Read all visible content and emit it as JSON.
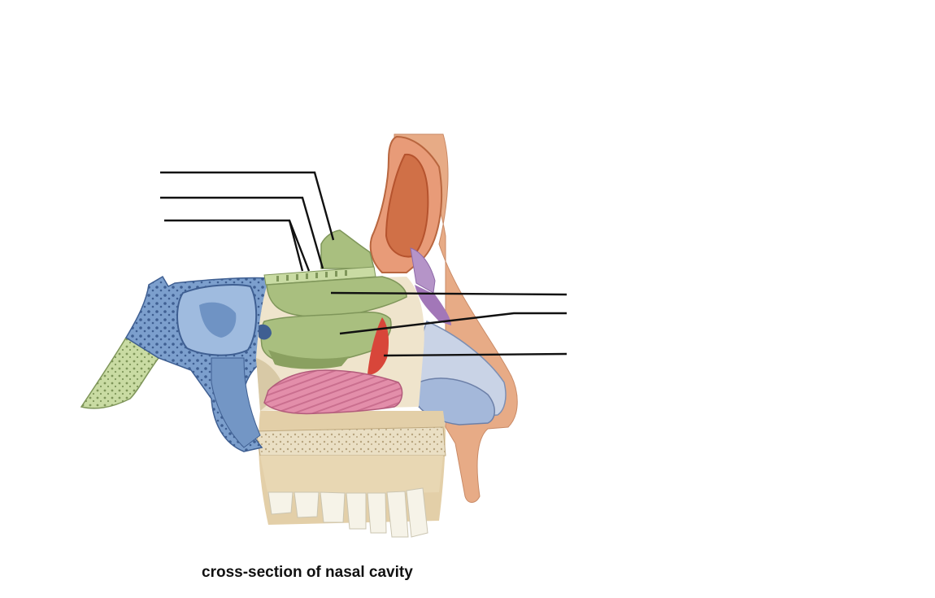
{
  "caption": "cross-section of nasal cavity",
  "colors": {
    "ethmoid_green": "#a9bf7f",
    "ethmoid_dark": "#8aa060",
    "sphenoid_blue": "#7396c5",
    "sinus_blue_light": "#9fbbdf",
    "frontal_orange": "#e89b78",
    "nasal_skin": "#e7ab86",
    "nasal_bone_salmon": "#f0b893",
    "septal_cartilage": "#c9d3e6",
    "lateral_cartilage": "#a4b8da",
    "inferior_concha_pink": "#e38eaa",
    "palate_cream": "#eadfc4",
    "maxilla_tan": "#e3cfa8",
    "teeth": "#f6f3e8",
    "vomer_lilac": "#b594c8",
    "artery_red": "#d8463a",
    "occipital_green": "#c9dba3",
    "leader_line": "#111111"
  },
  "label_blanks": [
    {
      "side": "left",
      "text": ""
    },
    {
      "side": "left",
      "text": ""
    },
    {
      "side": "left",
      "text": ""
    },
    {
      "side": "right",
      "text": ""
    },
    {
      "side": "right",
      "text": ""
    },
    {
      "side": "right",
      "text": ""
    }
  ]
}
